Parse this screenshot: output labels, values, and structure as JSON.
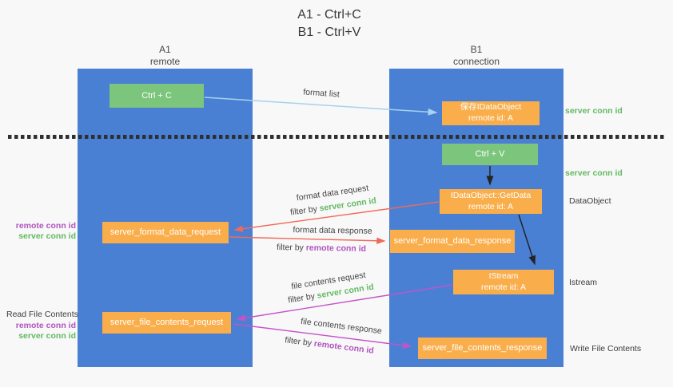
{
  "title": {
    "line1": "A1 - Ctrl+C",
    "line2": "B1 - Ctrl+V"
  },
  "lifelines": {
    "left": {
      "name": "A1",
      "subtitle": "remote"
    },
    "right": {
      "name": "B1",
      "subtitle": "connection"
    }
  },
  "nodes": {
    "ctrl_c": {
      "label": "Ctrl + C"
    },
    "ctrl_v": {
      "label": "Ctrl + V"
    },
    "save_dataobject": {
      "line1": "保存IDataObject",
      "line2": "remote id: A"
    },
    "getdata": {
      "line1": "IDataObject::GetData",
      "line2": "remote id: A"
    },
    "istream": {
      "line1": "IStream",
      "line2": "remote id: A"
    },
    "server_format_data_request": {
      "label": "server_format_data_request"
    },
    "server_format_data_response": {
      "label": "server_format_data_response"
    },
    "server_file_contents_request": {
      "label": "server_file_contents_request"
    },
    "server_file_contents_response": {
      "label": "server_file_contents_response"
    }
  },
  "annotations": {
    "server_conn_id_top": "server conn id",
    "server_conn_id_mid": "server conn id",
    "dataobject": "DataObject",
    "istream": "Istream",
    "write_file_contents": "Write File Contents",
    "read_file_contents": "Read File Contents",
    "format_side": {
      "remote_conn_id": "remote conn id",
      "server_conn_id": "server conn id"
    },
    "file_side": {
      "remote_conn_id": "remote conn id",
      "server_conn_id": "server conn id"
    }
  },
  "arrows": {
    "format_list": {
      "label": "format list"
    },
    "format_data_request": {
      "label": "format data request",
      "filter_prefix": "filter by ",
      "filter_key": "server conn id"
    },
    "format_data_response": {
      "label": "format data response",
      "filter_prefix": "filter by ",
      "filter_key": "remote conn id"
    },
    "file_contents_request": {
      "label": "file contents request",
      "filter_prefix": "filter by ",
      "filter_key": "server conn id"
    },
    "file_contents_response": {
      "label": "file contents response",
      "filter_prefix": "filter by ",
      "filter_key": "remote conn id"
    }
  },
  "colors": {
    "lifeline_blue": "#4a80d4",
    "node_green": "#7cc57c",
    "node_orange": "#f9ae4b",
    "accent_green": "#62ba62",
    "accent_purple": "#b153c0",
    "arrow_red": "#ef6a5a",
    "arrow_magenta": "#c353c9",
    "arrow_lightblue": "#a5d2ee",
    "text_dark": "#3c3c3c",
    "background": "#f8f8f8"
  }
}
